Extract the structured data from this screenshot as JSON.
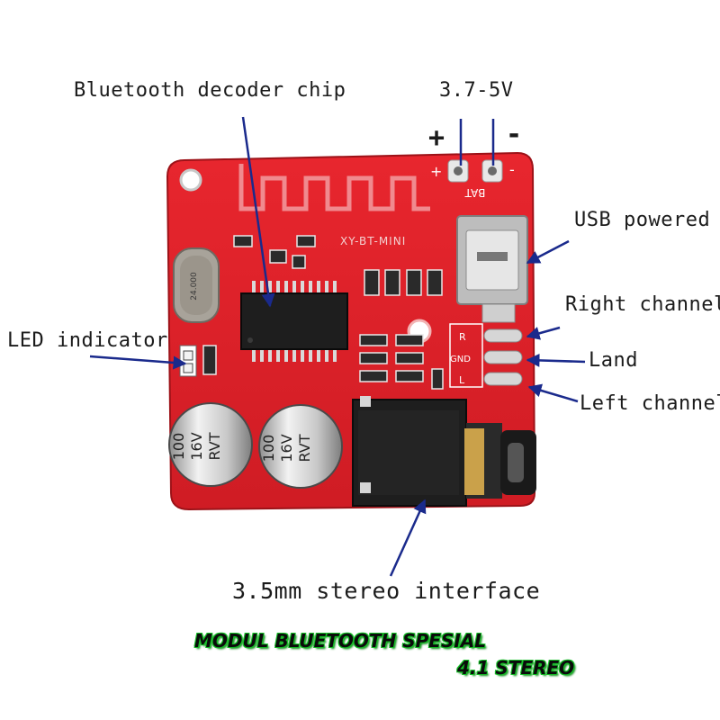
{
  "labels": {
    "bt_chip": "Bluetooth decoder chip",
    "voltage": "3.7-5V",
    "plus": "+",
    "minus": "-",
    "usb": "USB powered",
    "right": "Right channel",
    "land": "Land",
    "left": "Left channel",
    "led": "LED indicator",
    "jack": "3.5mm stereo interface"
  },
  "board": {
    "model": "XY-BT-MINI",
    "bat": "BAT",
    "pin_r": "R",
    "pin_gnd": "GND",
    "pin_l": "L",
    "pin_plus": "+",
    "pin_minus": "-",
    "crystal": "24.000",
    "cap_text": [
      "100",
      "16V",
      "RVT"
    ]
  },
  "banner": {
    "line1": "MODUL BLUETOOTH SPESIAL",
    "line2": "4.1 STEREO"
  },
  "colors": {
    "pcb": "#e0232b",
    "pcb_dark": "#b5151c",
    "arrow": "#1a2a8c",
    "banner_glow": "#19c22a"
  }
}
